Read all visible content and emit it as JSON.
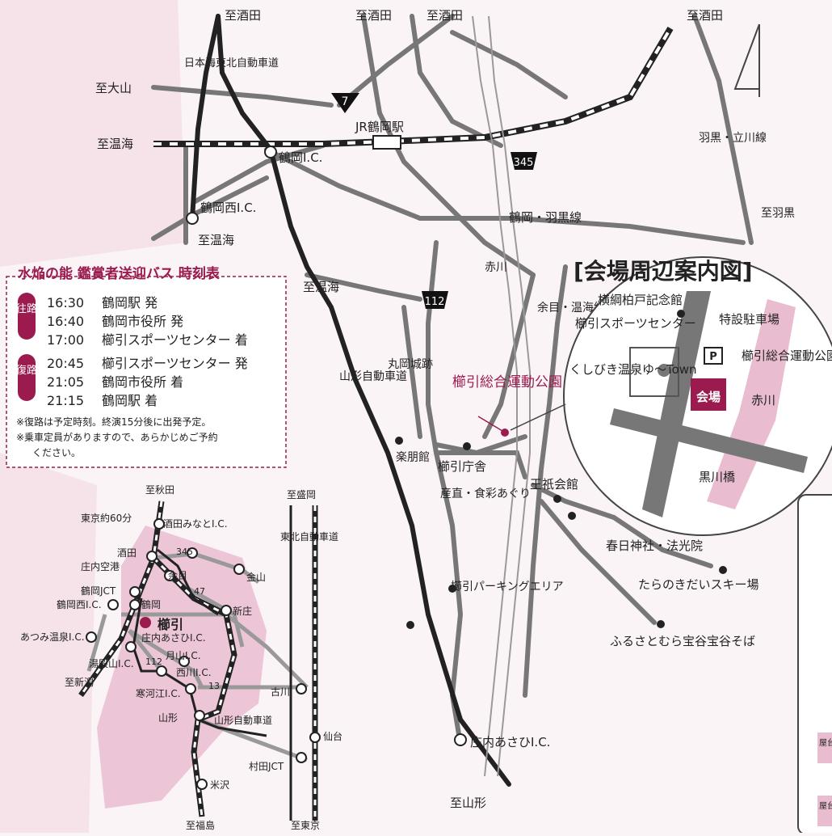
{
  "colors": {
    "accent": "#9b1b4f",
    "pink": "#e9bcd0",
    "pink_light": "#f6e3ea",
    "road": "#777777",
    "rail": "#222222"
  },
  "compass": "N",
  "labels": {
    "to_sakata_1": "至酒田",
    "to_sakata_2": "至酒田",
    "to_sakata_3": "至酒田",
    "to_sakata_4": "至酒田",
    "to_oyama": "至大山",
    "to_atsumi_1": "至温海",
    "to_atsumi_2": "至温海",
    "to_atsumi_3": "至温海",
    "jr_station": "JR鶴岡駅",
    "tsuruoka_ic": "鶴岡I.C.",
    "tsuruoka_nishi_ic": "鶴岡西I.C.",
    "nihonkai_exp": "日本海東北自動車道",
    "yamagata_exp": "山形自動車道",
    "route_7": "7",
    "route_345": "345",
    "route_112": "112",
    "tsuruoka_haguro": "鶴岡・羽黒線",
    "haguro_tachikawa": "羽黒・立川線",
    "to_haguro": "至羽黒",
    "aka_river": "赤川",
    "amarume_atsumi": "余目・温海線",
    "maruoka": "丸岡城跡",
    "rakumeikan": "楽朋館",
    "venue_big": "櫛引総合運動公園",
    "kushibiki_office": "櫛引庁舎",
    "ogikaikan": "王祇会館",
    "sanchoku": "産直・食彩あぐり",
    "parking": "櫛引パーキングエリア",
    "shonai_asahi_ic": "庄内あさひI.C.",
    "to_yamagata": "至山形",
    "kasuga": "春日神社・法光院",
    "taranoki": "たらのきだいスキー場",
    "furusato": "ふるさとむら宝谷宝谷そば"
  },
  "inset": {
    "title": "[会場周辺案内図]",
    "yokozuna": "横綱柏戸記念館",
    "sports_center": "櫛引スポーツセンター",
    "parking": "特設駐車場",
    "parking_sign": "P",
    "onsen": "くしびき温泉ゆ〜Town",
    "park": "櫛引総合運動公園",
    "venue": "会場",
    "river": "赤川",
    "bridge": "黒川橋"
  },
  "timetable": {
    "title": "水焔の能 鑑賞者送迎バス 時刻表",
    "outbound_tag": "往路",
    "return_tag": "復路",
    "outbound": [
      {
        "time": "16:30",
        "place": "鶴岡駅 発"
      },
      {
        "time": "16:40",
        "place": "鶴岡市役所 発"
      },
      {
        "time": "17:00",
        "place": "櫛引スポーツセンター 着"
      }
    ],
    "return": [
      {
        "time": "20:45",
        "place": "櫛引スポーツセンター 発"
      },
      {
        "time": "21:05",
        "place": "鶴岡市役所 着"
      },
      {
        "time": "21:15",
        "place": "鶴岡駅 着"
      }
    ],
    "note1": "※復路は予定時刻。終演15分後に出発予定。",
    "note2": "※乗車定員がありますので、あらかじめご予約",
    "note3": "ください。"
  },
  "regional": {
    "to_akita": "至秋田",
    "to_morioka": "至盛岡",
    "tokyo60": "東京約60分",
    "shonai_airport": "庄内空港",
    "sakata_minato": "酒田みなとI.C.",
    "sakata": "酒田",
    "route_345": "345",
    "amarume": "余目",
    "route_47": "47",
    "kaneyama": "金山",
    "tsuruoka_jct": "鶴岡JCT",
    "tsuruoka": "鶴岡",
    "tsuruoka_nishi": "鶴岡西I.C.",
    "shinjo": "新庄",
    "tohoku_exp": "東北自動車道",
    "kushibiki": "櫛引",
    "atsumi_onsen": "あつみ温泉I.C.",
    "shonai_asahi": "庄内あさひI.C.",
    "gassan": "月山I.C.",
    "yudonosan": "湯殿山I.C.",
    "route_112": "112",
    "nishikawa": "西川I.C.",
    "to_niigata": "至新潟",
    "sagae": "寒河江I.C.",
    "route_13": "13",
    "furukawa": "古川",
    "yamagata": "山形",
    "yamagata_exp": "山形自動車道",
    "sendai": "仙台",
    "murata_jct": "村田JCT",
    "yonezawa": "米沢",
    "to_fukushima": "至福島",
    "to_tokyo": "至東京"
  },
  "side_tags": {
    "tag1": "屋台",
    "tag2": "屋台"
  }
}
